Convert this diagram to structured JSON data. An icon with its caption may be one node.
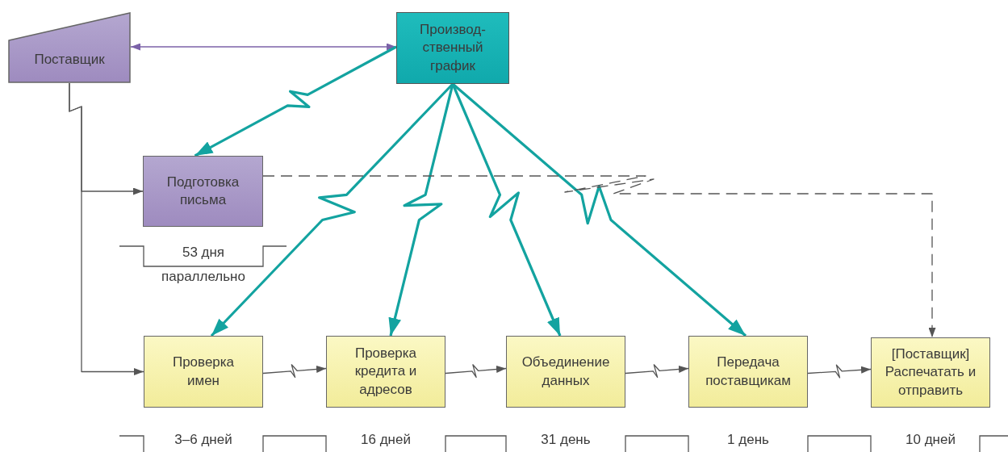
{
  "diagram": {
    "nodes": [
      {
        "text": [
          "Поставщик"
        ]
      },
      {
        "text": [
          "Производ- ственный график"
        ]
      },
      {
        "text": [
          "Подготовка письма"
        ],
        "beside": [
          "53 дня",
          "параллельно"
        ]
      },
      {
        "text": [
          "Проверка имен"
        ],
        "beside": [
          "3–6 дней"
        ]
      },
      {
        "text": [
          "Проверка кредита и адресов"
        ],
        "beside": [
          "16 дней"
        ]
      },
      {
        "text": [
          "Объединение данных"
        ],
        "beside": [
          "31 день"
        ]
      },
      {
        "text": [
          "Передача поставщикам"
        ],
        "beside": [
          "1 день"
        ]
      },
      {
        "text": [
          "[Поставщик] Распечатать и отправить"
        ],
        "beside": [
          "10 дней"
        ]
      }
    ],
    "edges": [
      {
        "from": 0,
        "to": 1,
        "arrow": "both",
        "color": "#7b62a8"
      },
      {
        "from": 1,
        "to": 2,
        "arrow": "to",
        "style": "thick",
        "color": "#13a3a0"
      },
      {
        "from": 1,
        "to": 3,
        "arrow": "to",
        "style": "thick",
        "color": "#13a3a0"
      },
      {
        "from": 1,
        "to": 4,
        "arrow": "to",
        "style": "thick",
        "color": "#13a3a0"
      },
      {
        "from": 1,
        "to": 5,
        "arrow": "to",
        "style": "thick",
        "color": "#13a3a0"
      },
      {
        "from": 1,
        "to": 6,
        "arrow": "to",
        "style": "thick",
        "color": "#13a3a0"
      },
      {
        "from": 0,
        "to": 2,
        "arrow": "to"
      },
      {
        "from": 0,
        "to": 3,
        "arrow": "to"
      },
      {
        "from": 2,
        "to": 7,
        "arrow": "to",
        "style": "dashed"
      },
      {
        "from": 3,
        "to": 4,
        "arrow": "to"
      },
      {
        "from": 4,
        "to": 5,
        "arrow": "to"
      },
      {
        "from": 5,
        "to": 6,
        "arrow": "to"
      },
      {
        "from": 6,
        "to": 7,
        "arrow": "to"
      }
    ]
  }
}
